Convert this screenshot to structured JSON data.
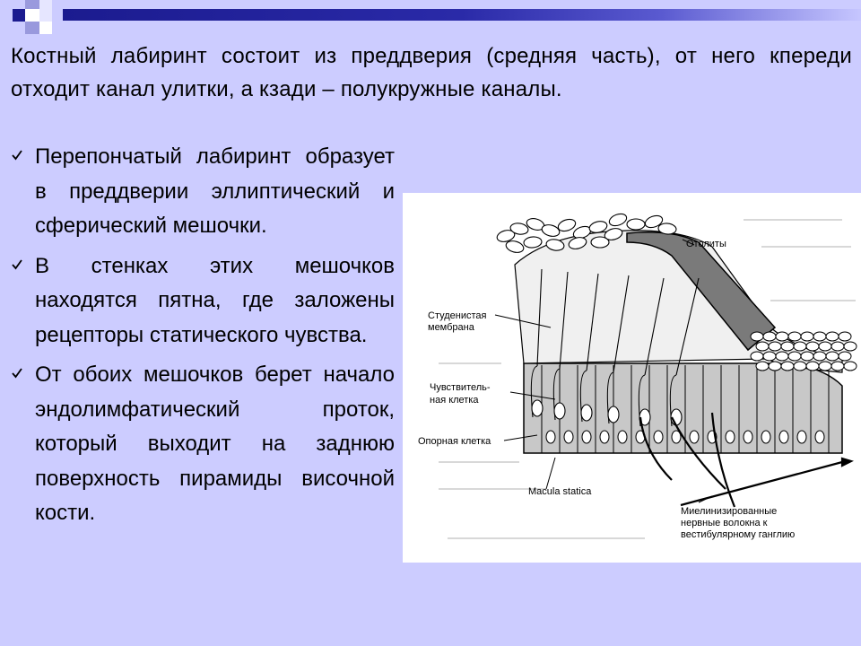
{
  "slide": {
    "intro": "Костный лабиринт состоит из преддверия (средняя часть), от него кпереди отходит канал улитки, а кзади – полукружные каналы.",
    "bullets": [
      "Перепончатый лабиринт образует в преддверии эллиптический и сферический мешочки.",
      "В стенках этих мешочков находятся пятна, где заложены рецепторы статического чувства.",
      "От обоих мешочков берет начало эндолимфатический проток, который выходит на заднюю поверхность пирамиды височной кости."
    ],
    "bullet_icon": "checkmark-icon"
  },
  "diagram": {
    "labels": {
      "otolity": "Отолиты",
      "membrana_1": "Студенистая",
      "membrana_2": "мембрана",
      "sensory_1": "Чувствитель-",
      "sensory_2": "ная клетка",
      "support": "Опорная клетка",
      "macula": "Macula statica",
      "fibers_1": "Миелинизированные",
      "fibers_2": "нервные волокна к",
      "fibers_3": "вестибулярному ганглию"
    }
  },
  "colors": {
    "background": "#ccccff",
    "bar_dark": "#1b1b8f",
    "bar_light": "#c6c6ff",
    "diagram_bg": "#ffffff"
  }
}
